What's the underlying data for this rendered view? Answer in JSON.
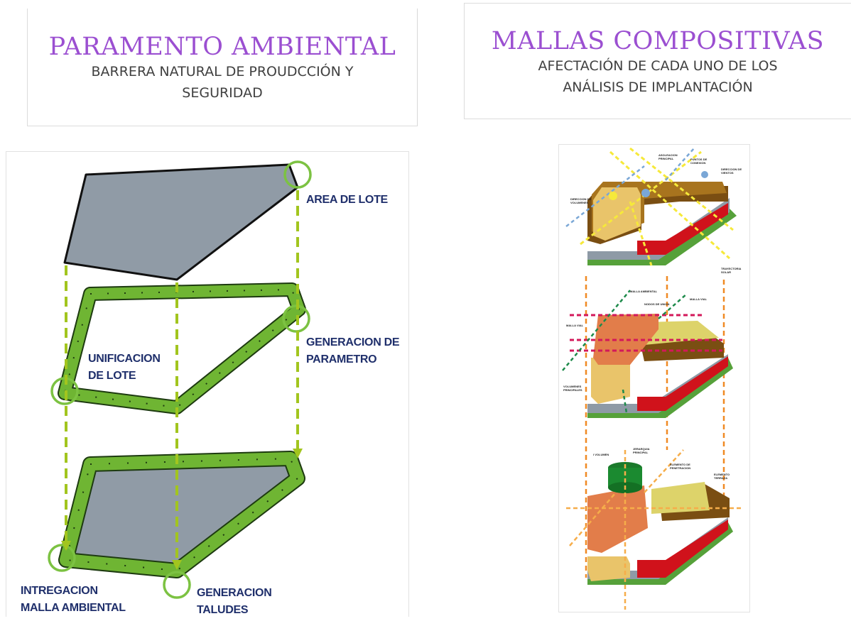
{
  "left_card": {
    "title": "PARAMENTO AMBIENTAL",
    "subtitle_line1": "BARRERA NATURAL DE PROUDCCIÓN Y",
    "subtitle_line2": "SEGURIDAD"
  },
  "right_card": {
    "title": "MALLAS COMPOSITIVAS",
    "subtitle_line1": "AFECTACIÓN DE CADA UNO DE LOS",
    "subtitle_line2": "ANÁLISIS DE IMPLANTACIÓN"
  },
  "left_diagram": {
    "labels": {
      "area_lote": "AREA DE LOTE",
      "generacion_parametro_1": "GENERACION DE",
      "generacion_parametro_2": "PARAMETRO",
      "unificacion_1": "UNIFICACION",
      "unificacion_2": "DE LOTE",
      "integracion_1": "INTREGACION",
      "integracion_2": "MALLA AMBIENTAL",
      "taludes_1": "GENERACION",
      "taludes_2": "TALUDES"
    }
  },
  "right_diagram": {
    "labels": {
      "asoleacion": "ASOLEACION PRINCIPAL",
      "puntos_conexion": "PUNTOS DE CONEXION",
      "direccion_vientos": "DIRECCION DE VIENTOS",
      "direccion_volumenes": "DIRECCION DE VOLUMENES",
      "trayectoria_solar": "TRAYECTORIA SOLAR",
      "malla_ambiental": "MALLA AMBIENTAL",
      "nodos_union": "NODOS DE UNION",
      "malla_vial_r": "MALLA VIAL",
      "malla_vial_l": "MALLA VIAL",
      "volumenes_principales": "VOLUMENES PRINCIPALES",
      "i_volumen": "I VOLUMEN",
      "jerarquia": "JERARQUIA PRINCIPAL",
      "elemento_penetracion": "ELEMENTO DE PENETRACION",
      "elemento_terraza": "ELEMENTO TERRAZA"
    }
  },
  "colors": {
    "accent_purple": "#9b4fd1",
    "label_navy": "#1f2f6b",
    "lot_gray": "#8e9aa6",
    "green_border": "#5ea12a",
    "dashed_green": "#a2c51e",
    "circle_green": "#7cc242",
    "red": "#d0121b",
    "orange_dash": "#f08a24",
    "yellow_dash": "#f6e93a"
  }
}
